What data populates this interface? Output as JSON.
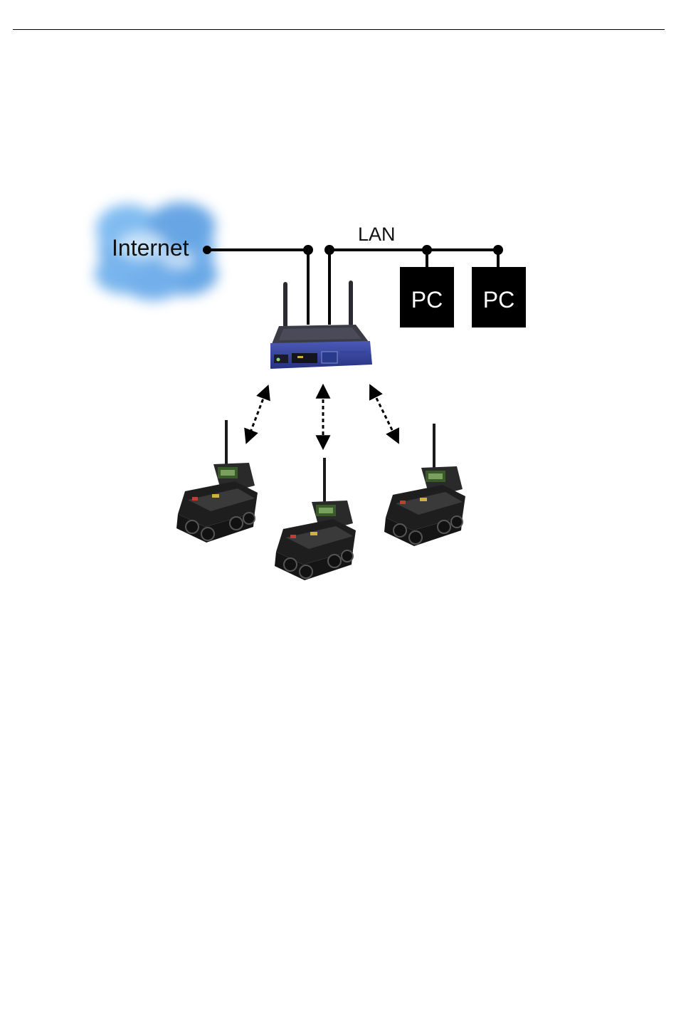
{
  "diagram": {
    "internet_label": "Internet",
    "lan_label": "LAN",
    "pcs": [
      {
        "label": "PC"
      },
      {
        "label": "PC"
      }
    ],
    "robot_count": 3,
    "colors": {
      "cloud": "#4a90e2",
      "router_body": "#2f3f9a",
      "router_top": "#3a3a44",
      "pc_box": "#000000",
      "line": "#000000",
      "robot": "#1c1c1c"
    },
    "icons": [
      "cloud-icon",
      "router-icon",
      "robot-icon",
      "pc-icon",
      "wireless-link-arrow"
    ]
  }
}
